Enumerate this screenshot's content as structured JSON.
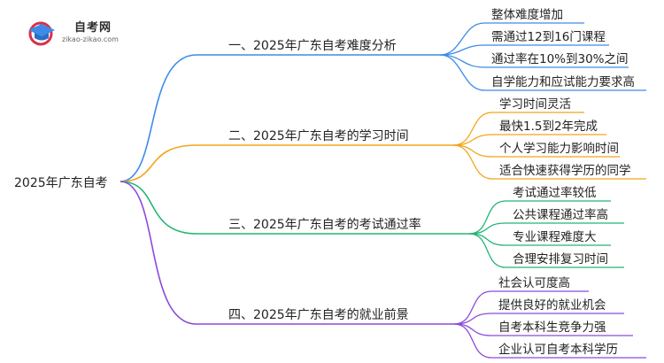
{
  "logo": {
    "name": "自考网",
    "url": "zikao-zikao.com"
  },
  "colors": {
    "blue": "#3d8be8",
    "orange": "#f2a51a",
    "green": "#23b574",
    "purple": "#8b4bdc",
    "root_link": "#d9304a",
    "logo_red": "#d9304a",
    "logo_blue": "#3d8be8"
  },
  "root": {
    "label": "2025年广东自考"
  },
  "branches": [
    {
      "label": "一、2025年广东自考难度分析",
      "color": "blue",
      "leaves": [
        "整体难度增加",
        "需通过12到16门课程",
        "通过率在10%到30%之间",
        "自学能力和应试能力要求高"
      ]
    },
    {
      "label": "二、2025年广东自考的学习时间",
      "color": "orange",
      "leaves": [
        "学习时间灵活",
        "最快1.5到2年完成",
        "个人学习能力影响时间",
        "适合快速获得学历的同学"
      ]
    },
    {
      "label": "三、2025年广东自考的考试通过率",
      "color": "green",
      "leaves": [
        "考试通过率较低",
        "公共课程通过率高",
        "专业课程难度大",
        "合理安排复习时间"
      ]
    },
    {
      "label": "四、2025年广东自考的就业前景",
      "color": "purple",
      "leaves": [
        "社会认可度高",
        "提供良好的就业机会",
        "自考本科生竞争力强",
        "企业认可自考本科学历"
      ]
    }
  ]
}
